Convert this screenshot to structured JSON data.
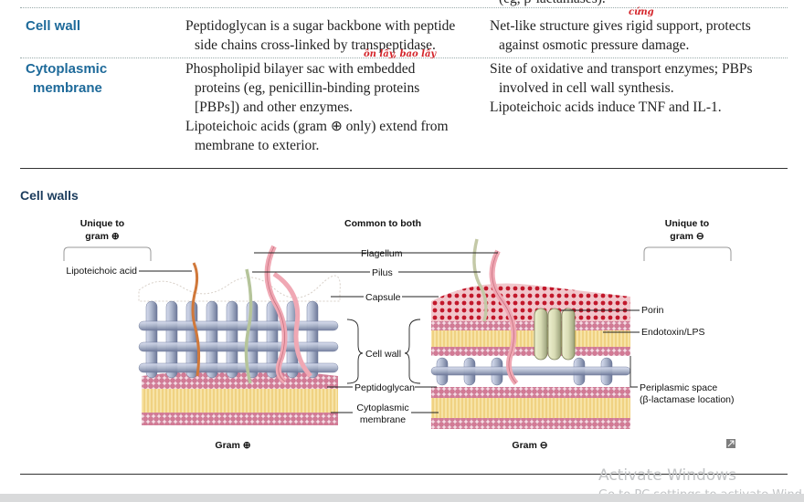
{
  "table": {
    "top_row_fragment": "(eg, β-lactamases).",
    "rows": [
      {
        "term_lines": [
          "Cell wall"
        ],
        "structure_lines": [
          "Peptidoglycan is a sugar backbone with peptide",
          "side chains cross-linked by transpeptidase."
        ],
        "function_lines": [
          "Net-like structure gives rigid support, protects",
          "against osmotic pressure damage."
        ]
      },
      {
        "term_lines": [
          "Cytoplasmic",
          "membrane"
        ],
        "structure_lines": [
          "Phospholipid bilayer sac with embedded",
          "proteins (eg, penicillin-binding proteins",
          "[PBPs]) and other enzymes.",
          "Lipoteichoic acids (gram ⊕ only) extend from",
          "membrane to exterior."
        ],
        "function_lines": [
          "Site of oxidative and transport enzymes; PBPs",
          "involved in cell wall synthesis.",
          "Lipoteichoic acids induce TNF and IL-1."
        ]
      }
    ]
  },
  "handwritten_notes": {
    "note_cung": "cứng",
    "note_on_lay": "ôn lấy, bao lấy"
  },
  "section_title": "Cell walls",
  "diagram": {
    "unique_gram_pos": [
      "Unique to",
      "gram ⊕"
    ],
    "common_to_both": "Common to both",
    "unique_gram_neg": [
      "Unique to",
      "gram ⊖"
    ],
    "labels": {
      "lipoteichoic_acid": "Lipoteichoic acid",
      "flagellum": "Flagellum",
      "pilus": "Pilus",
      "capsule": "Capsule",
      "cell_wall": "Cell wall",
      "peptidoglycan": "Peptidoglycan",
      "cytoplasmic_membrane": [
        "Cytoplasmic",
        "membrane"
      ],
      "porin": "Porin",
      "endotoxin": "Endotoxin/LPS",
      "periplasmic_space": [
        "Periplasmic space",
        "(β-lactamase location)"
      ],
      "gram_pos": "Gram ⊕",
      "gram_neg": "Gram ⊖"
    },
    "colors": {
      "peptidoglycan_rods": "#a9b3c9",
      "membrane_heads": "#d37a95",
      "membrane_tails": "#f3d27a",
      "capsule": "#f1c6cb",
      "lps_dots": "#c2182b",
      "porin": "#d9dcb5",
      "flagellum": "#f0a8b4",
      "lipoteichoic_acid": "#d0783a"
    },
    "corner_icon": "expand-icon"
  },
  "watermark": {
    "line1": "Activate Windows",
    "line2": "Go to PC settings to activate Wind"
  }
}
